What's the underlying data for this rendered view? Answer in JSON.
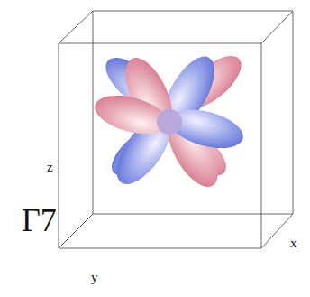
{
  "diagram": {
    "labels": [
      "z",
      "y",
      "x",
      "Γ7"
    ]
  }
}
